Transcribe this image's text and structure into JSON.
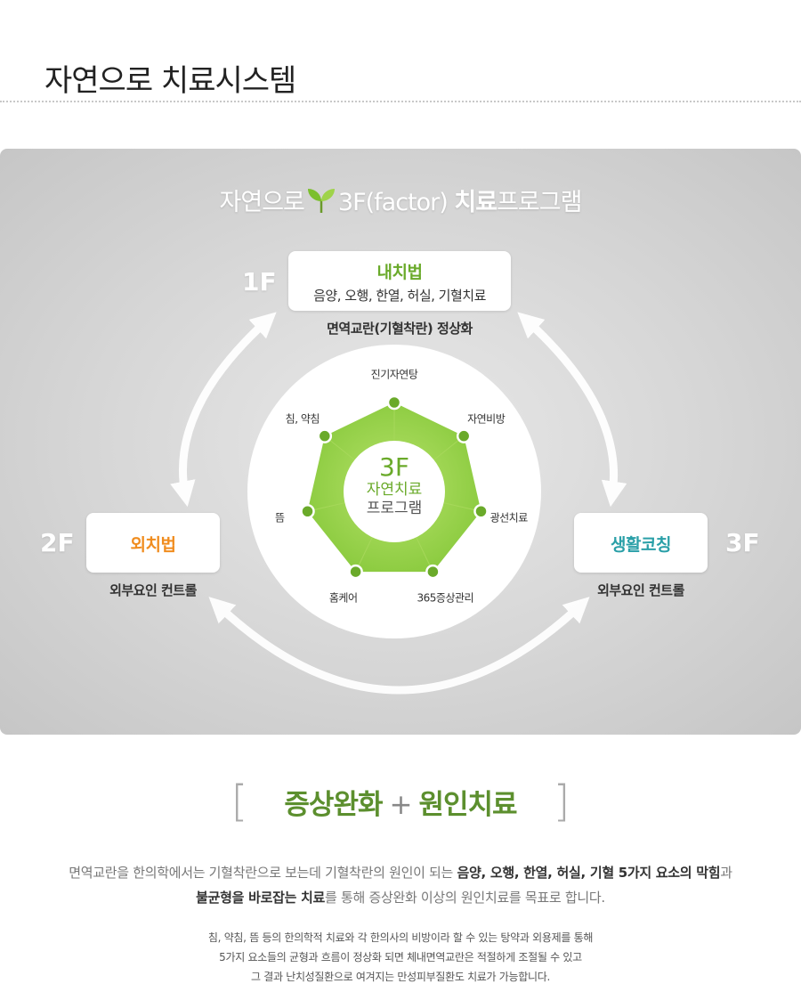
{
  "page": {
    "title": "자연으로 치료시스템"
  },
  "program": {
    "prefix": "자연으로",
    "icon": "sprout-icon",
    "name": "3F(factor)",
    "strong": "치료",
    "suffix": "프로그램"
  },
  "factors": {
    "f1": {
      "label": "1F",
      "name": "내치법",
      "name_color": "#6aaa2a",
      "sub": "음양, 오행, 한열, 허실, 기혈치료",
      "caption": "면역교란(기혈착란) 정상화"
    },
    "f2": {
      "label": "2F",
      "name": "외치법",
      "name_color": "#f08c1e",
      "caption": "외부요인 컨트롤"
    },
    "f3": {
      "label": "3F",
      "name": "생활코칭",
      "name_color": "#2ba0a8",
      "caption": "외부요인 컨트롤"
    }
  },
  "center": {
    "line1": "3F",
    "line2": "자연치료",
    "line3": "프로그램"
  },
  "nodes": [
    "진기자연탕",
    "자연비방",
    "광선치료",
    "365증상관리",
    "홈케어",
    "뜸",
    "침, 약침"
  ],
  "colors": {
    "green": "#6aaa2a",
    "orange": "#f08c1e",
    "teal": "#2ba0a8"
  },
  "summary": {
    "left": "증상완화",
    "plus": "+",
    "right": "원인치료"
  },
  "description": {
    "p1": "면역교란을 한의학에서는 기혈착란으로 보는데 기혈착란의 원인이 되는 ",
    "p1_bold": "음양, 오행, 한열, 허실, 기혈 5가지 요소의 막힘",
    "p1_end": "과",
    "p2_bold1": "불균형을 바로잡는 치료",
    "p2": "를 통해 증상완화 이상의 원인치료를 목표로 합니다."
  },
  "notes": [
    "침, 약침, 뜸 등의 한의학적 치료와 각 한의사의 비방이라 할 수 있는 탕약과 외용제를 통해",
    "5가지 요소들의 균형과 흐름이 정상화 되면 체내면역교란은 적절하게 조절될 수 있고",
    "그 결과 난치성질환으로 여겨지는 만성피부질환도 치료가 가능합니다."
  ]
}
